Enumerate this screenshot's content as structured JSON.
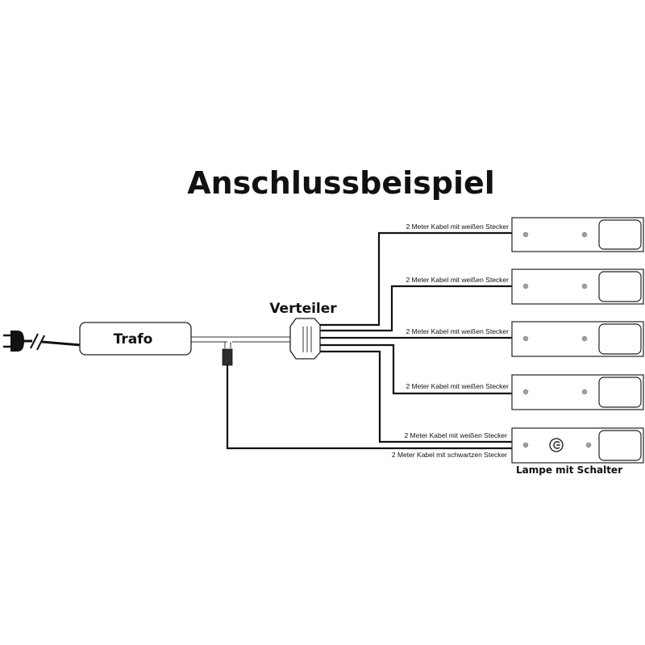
{
  "title": "Anschlussbeispiel",
  "trafo_label": "Trafo",
  "verteiler_label": "Verteiler",
  "switch_lamp_label": "Lampe mit Schalter",
  "cables": [
    {
      "label": "2 Meter Kabel mit weißen Stecker"
    },
    {
      "label": "2 Meter Kabel mit weißen Stecker"
    },
    {
      "label": "2 Meter Kabel mit weißen Stecker"
    },
    {
      "label": "2 Meter Kabel mit weißen Stecker"
    },
    {
      "label": "2 Meter Kabel mit weißen Stecker"
    }
  ],
  "black_cable_label": "2 Meter Kabel mit schwartzen Stecker",
  "icons": [
    "power-plug-icon",
    "cable-break-icon",
    "power-switch-icon"
  ],
  "colors": {
    "line": "#111111",
    "indicator": "#9e9e9e"
  }
}
